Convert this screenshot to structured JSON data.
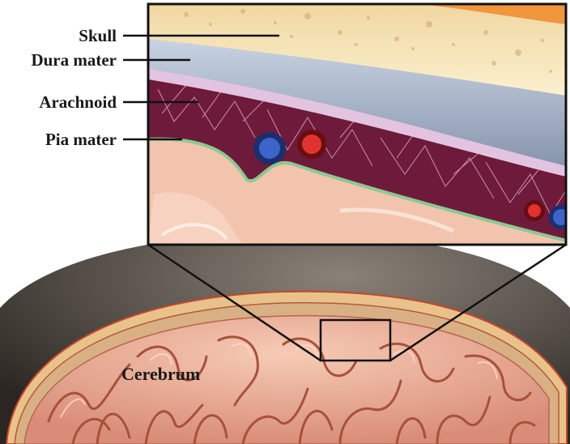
{
  "labels": {
    "skull": "Skull",
    "dura_mater": "Dura mater",
    "arachnoid": "Arachnoid",
    "pia_mater": "Pia mater",
    "cerebrum": "Cerebrum"
  },
  "colors": {
    "bone": "#f3e3b8",
    "dura": "#a9b8cc",
    "arachnoid_space": "#6e1a3a",
    "pia_line": "#8bc992",
    "brain_tissue": "#f0b5a0",
    "vein": "#2b4fa8",
    "artery": "#d42a2a",
    "outline": "#111111"
  }
}
